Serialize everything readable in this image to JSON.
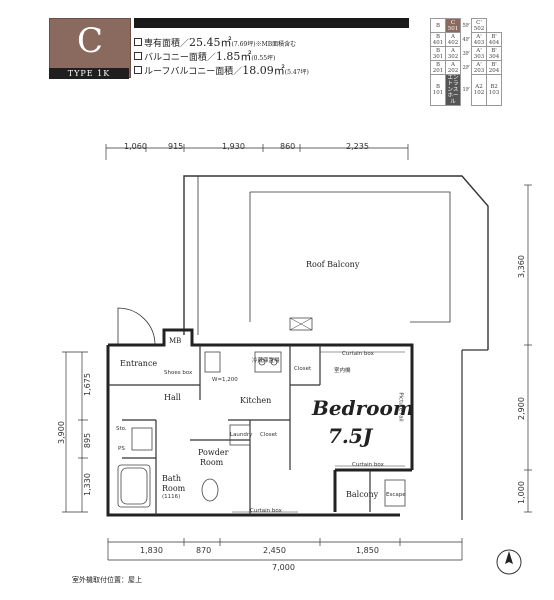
{
  "type": {
    "letter": "C",
    "label": "TYPE 1K"
  },
  "areas": {
    "private": {
      "label": "専有面積／",
      "value": "25.45㎡",
      "sub": "(7.69坪)",
      "note": "※MB面積含む"
    },
    "balcony": {
      "label": "バルコニー面積／",
      "value": "1.85㎡",
      "sub": "(0.55坪)"
    },
    "roof_balcony": {
      "label": "ルーフバルコニー面積／",
      "value": "18.09㎡",
      "sub": "(5.47坪)"
    }
  },
  "unit_key": {
    "rows": [
      {
        "floor": "5F",
        "cells": [
          {
            "t": "B",
            "u": "",
            "c": ""
          },
          {
            "t": "C",
            "u": "501",
            "c": "hl"
          },
          {
            "t": "",
            "u": "",
            "c": "floor"
          },
          {
            "t": "C'",
            "u": "502",
            "c": ""
          },
          {
            "t": "",
            "u": "",
            "c": "empty"
          }
        ]
      },
      {
        "floor": "4F",
        "cells": [
          {
            "t": "B",
            "u": "401"
          },
          {
            "t": "A",
            "u": "402"
          },
          {
            "t": "",
            "u": "",
            "c": "floor"
          },
          {
            "t": "A'",
            "u": "403"
          },
          {
            "t": "B'",
            "u": "404"
          }
        ]
      },
      {
        "floor": "3F",
        "cells": [
          {
            "t": "B",
            "u": "301"
          },
          {
            "t": "A",
            "u": "302"
          },
          {
            "t": "",
            "u": "",
            "c": "floor"
          },
          {
            "t": "A'",
            "u": "303"
          },
          {
            "t": "B'",
            "u": "304"
          }
        ]
      },
      {
        "floor": "2F",
        "cells": [
          {
            "t": "B",
            "u": "201"
          },
          {
            "t": "A",
            "u": "202"
          },
          {
            "t": "",
            "u": "",
            "c": "floor"
          },
          {
            "t": "A'",
            "u": "203"
          },
          {
            "t": "B'",
            "u": "204"
          }
        ]
      },
      {
        "floor": "1F",
        "cells": [
          {
            "t": "B",
            "u": "101"
          },
          {
            "t": "エントランス",
            "u": "ホール",
            "c": "dark"
          },
          {
            "t": "",
            "u": "",
            "c": "floor"
          },
          {
            "t": "A2",
            "u": "102"
          },
          {
            "t": "B2",
            "u": "103"
          }
        ]
      }
    ],
    "floors_left": [
      "5F",
      "4F",
      "3F",
      "2F",
      "1F"
    ],
    "floors_right": [
      "5F",
      "4F",
      "3F",
      "2F",
      "1F"
    ]
  },
  "dims": {
    "top": [
      "1,060",
      "915",
      "1,930",
      "860",
      "2,235"
    ],
    "bottom": [
      "1,830",
      "870",
      "2,450",
      "1,850"
    ],
    "total": "7,000",
    "left": [
      "1,675",
      "895",
      "1,330"
    ],
    "left_total": "3,900",
    "right": [
      "3,360",
      "2,900",
      "1,000"
    ]
  },
  "rooms": {
    "roof_balcony": "Roof Balcony",
    "mb": "MB",
    "entrance": "Entrance",
    "shoes": "Shoes box",
    "hall": "Hall",
    "kitchen": "Kitchen",
    "closet1": "Closet",
    "closet2": "Closet",
    "laundry": "Laundry",
    "sto": "Sto.",
    "ps": "PS",
    "powder": "Powder",
    "powder2": "Room",
    "bath": "Bath",
    "bath2": "Room",
    "bath3": "(1116)",
    "bedroom": "Bedroom",
    "bedroom_size": "7.5J",
    "balcony": "Balcony",
    "escape": "Escape",
    "curtain1": "Curtain box",
    "curtain2": "Curtain box",
    "curtain3": "Curtain box",
    "wh": "W=1,200",
    "refrig": "冷蔵庫置場",
    "aircon": "室内機",
    "picture_rail": "Picture rail"
  },
  "footnote": "室外機取付位置：屋上"
}
